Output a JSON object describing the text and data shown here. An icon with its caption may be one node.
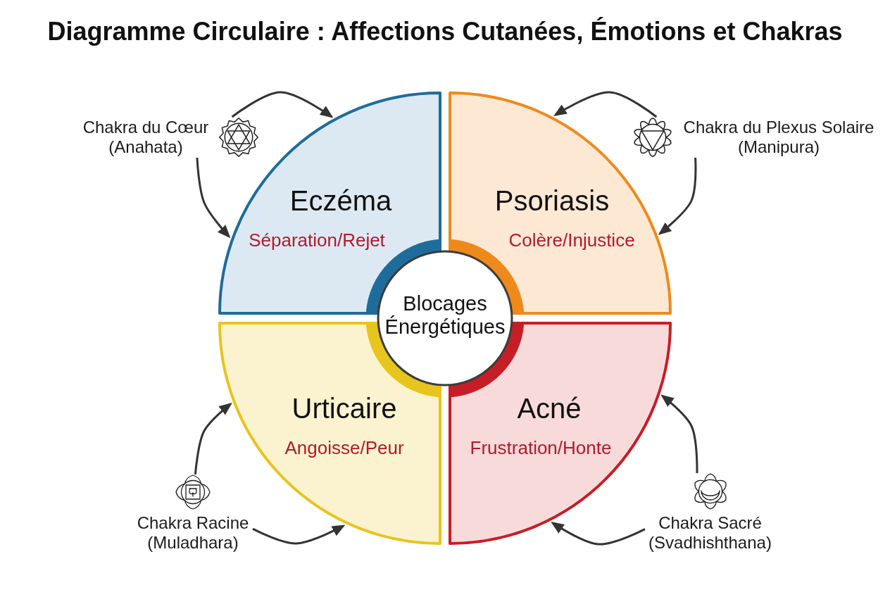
{
  "diagram": {
    "title": "Diagramme Circulaire : Affections Cutanées, Émotions et Chakras",
    "nodes": [
      {
        "text": [
          "Chakra du Cœur (Anahata)"
        ]
      },
      {
        "text": [
          "Chakra du Plexus Solaire (Manipura)"
        ]
      },
      {
        "text": [
          "Eczéma",
          "Séparation/Rejet"
        ]
      },
      {
        "text": [
          "Psoriasis",
          "Colère/Injustice"
        ]
      },
      {
        "text": [
          "Blocages Énergétiques"
        ]
      },
      {
        "text": [
          "Urticaire",
          "Angoisse/Peur"
        ]
      },
      {
        "text": [
          "Acné",
          "Frustration/Honte"
        ]
      },
      {
        "text": [
          "Chakra Racine (Muladhara)"
        ]
      },
      {
        "text": [
          "Chakra Sacré (Svadhishthana)"
        ]
      }
    ],
    "edges": [
      {
        "from": 0,
        "to": 2,
        "arrow": "to"
      },
      {
        "from": 0,
        "to": 2,
        "arrow": "to"
      },
      {
        "from": 1,
        "to": 3,
        "arrow": "to"
      },
      {
        "from": 1,
        "to": 3,
        "arrow": "to"
      },
      {
        "from": 7,
        "to": 5,
        "arrow": "to"
      },
      {
        "from": 7,
        "to": 5,
        "arrow": "to"
      },
      {
        "from": 8,
        "to": 6,
        "arrow": "to"
      },
      {
        "from": 8,
        "to": 6,
        "arrow": "to"
      }
    ]
  }
}
